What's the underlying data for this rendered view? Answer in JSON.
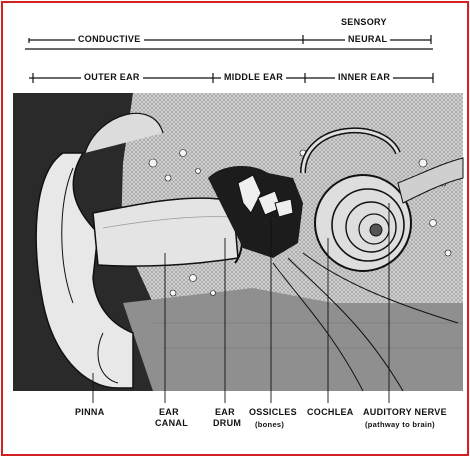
{
  "header": {
    "conductive": "CONDUCTIVE",
    "sensory": "SENSORY",
    "neural": "NEURAL",
    "outer_ear": "OUTER EAR",
    "middle_ear": "MIDDLE EAR",
    "inner_ear": "INNER EAR"
  },
  "labels": {
    "pinna": "PINNA",
    "ear_canal_1": "EAR",
    "ear_canal_2": "CANAL",
    "ear_drum_1": "EAR",
    "ear_drum_2": "DRUM",
    "ossicles": "OSSICLES",
    "ossicles_note": "(bones)",
    "cochlea": "COCHLEA",
    "auditory_nerve": "AUDITORY NERVE",
    "auditory_nerve_note": "(pathway to brain)"
  },
  "colors": {
    "ink": "#111111",
    "frame": "#d42020",
    "bone": "#cfcfcf",
    "tissue": "#9a9a9a",
    "dark": "#1c1c1c"
  }
}
